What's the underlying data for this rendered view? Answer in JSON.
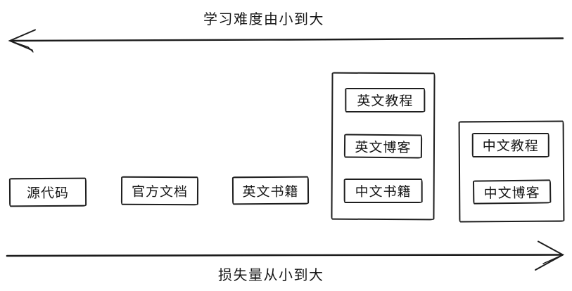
{
  "diagram": {
    "top_axis": {
      "label": "学习难度由小到大",
      "direction": "left"
    },
    "bottom_axis": {
      "label": "损失量从小到大",
      "direction": "right"
    },
    "standalone_boxes": [
      {
        "label": "源代码"
      },
      {
        "label": "官方文档"
      },
      {
        "label": "英文书籍"
      }
    ],
    "groups": [
      {
        "items": [
          {
            "label": "英文教程"
          },
          {
            "label": "英文博客"
          },
          {
            "label": "中文书籍"
          }
        ]
      },
      {
        "items": [
          {
            "label": "中文教程"
          },
          {
            "label": "中文博客"
          }
        ]
      }
    ],
    "colors": {
      "stroke": "#1e1e1e",
      "background": "#ffffff"
    }
  }
}
